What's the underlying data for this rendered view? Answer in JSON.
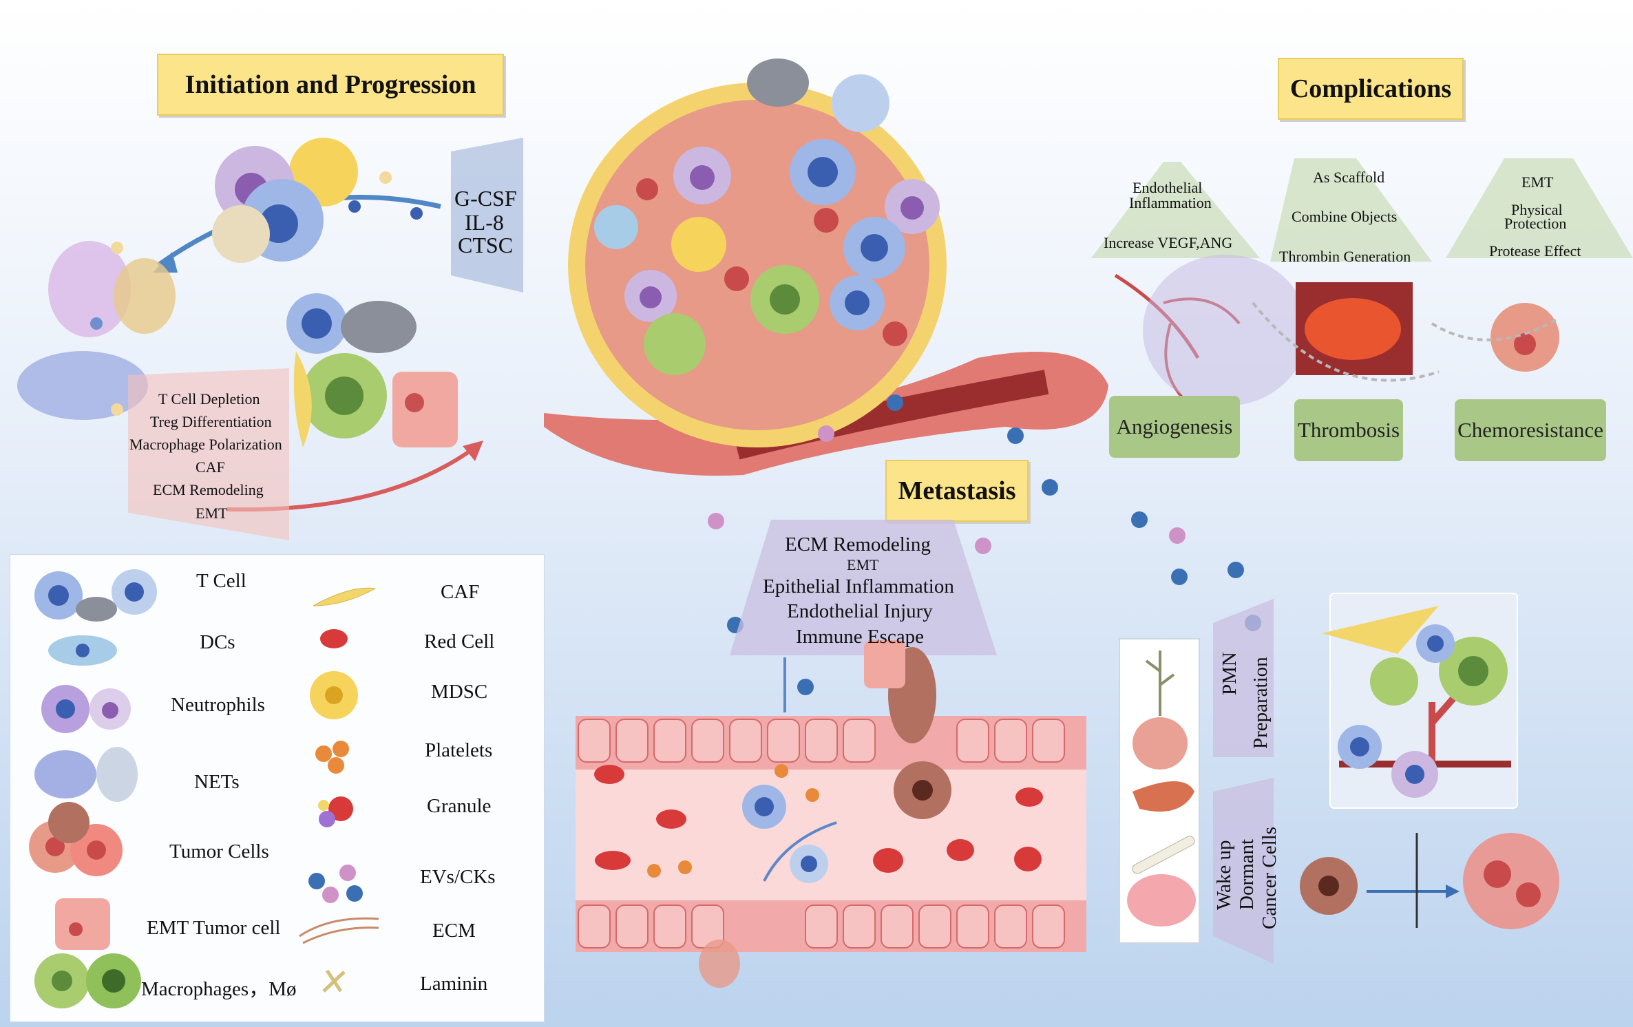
{
  "sections": {
    "initiation": "Initiation and Progression",
    "complications": "Complications",
    "metastasis": "Metastasis"
  },
  "cytokines": [
    "G-CSF",
    "IL-8",
    "CTSC"
  ],
  "initiation_effects": [
    "T Cell Depletion",
    "Treg Differentiation",
    "Macrophage Polarization",
    "CAF",
    "ECM Remodeling",
    "EMT"
  ],
  "complications": {
    "angiogenesis": {
      "label": "Angiogenesis",
      "notes": [
        "Endothelial",
        "Inflammation",
        "Increase VEGF,ANG"
      ]
    },
    "thrombosis": {
      "label": "Thrombosis",
      "notes": [
        "As Scaffold",
        "Combine Objects",
        "Thrombin Generation"
      ]
    },
    "chemoresistance": {
      "label": "Chemoresistance",
      "notes": [
        "EMT",
        "Physical",
        "Protection",
        "Protease Effect"
      ]
    }
  },
  "metastasis_effects": [
    "ECM Remodeling",
    "EMT",
    "Epithelial Inflammation",
    "Endothelial Injury",
    "Immune Escape"
  ],
  "pmn": [
    "PMN",
    "Preparation"
  ],
  "dormant": [
    "Wake up",
    "Dormant",
    "Cancer Cells"
  ],
  "legend": {
    "left": [
      "T Cell",
      "DCs",
      "Neutrophils",
      "NETs",
      "Tumor Cells",
      "EMT Tumor cell",
      "Macrophages，Mø"
    ],
    "right": [
      "CAF",
      "Red Cell",
      "MDSC",
      "Platelets",
      "Granule",
      "EVs/CKs",
      "ECM",
      "Laminin"
    ]
  },
  "colors": {
    "title_bg": "#fbe48a",
    "green_box": "#a9c887",
    "tumor": "#e79a88",
    "neutrophil": "#b9a2d6",
    "tcell": "#7d99d4",
    "vessel": "#f4b8b8"
  }
}
